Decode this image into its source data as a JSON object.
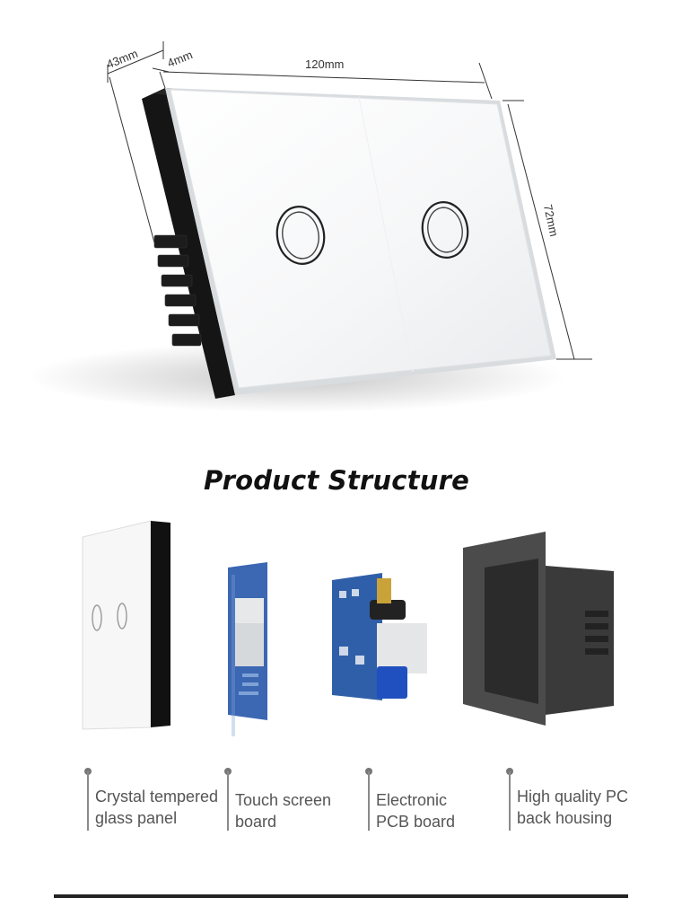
{
  "dimensions": {
    "depth": "43mm",
    "glass_thickness": "4mm",
    "width": "120mm",
    "height": "72mm"
  },
  "section_title": "Product Structure",
  "components": [
    {
      "line1": "Crystal tempered",
      "line2": "glass panel",
      "icon": "glass-panel-icon"
    },
    {
      "line1": "Touch screen",
      "line2": "board",
      "icon": "touch-board-icon"
    },
    {
      "line1": "Electronic",
      "line2": "PCB board",
      "icon": "pcb-board-icon"
    },
    {
      "line1": "High quality PC",
      "line2": "back housing",
      "icon": "back-housing-icon"
    }
  ],
  "colors": {
    "glass": "#ffffff",
    "frame": "#1a1a1a",
    "pcb": "#2f5fa8",
    "housing": "#4a4a4a"
  }
}
